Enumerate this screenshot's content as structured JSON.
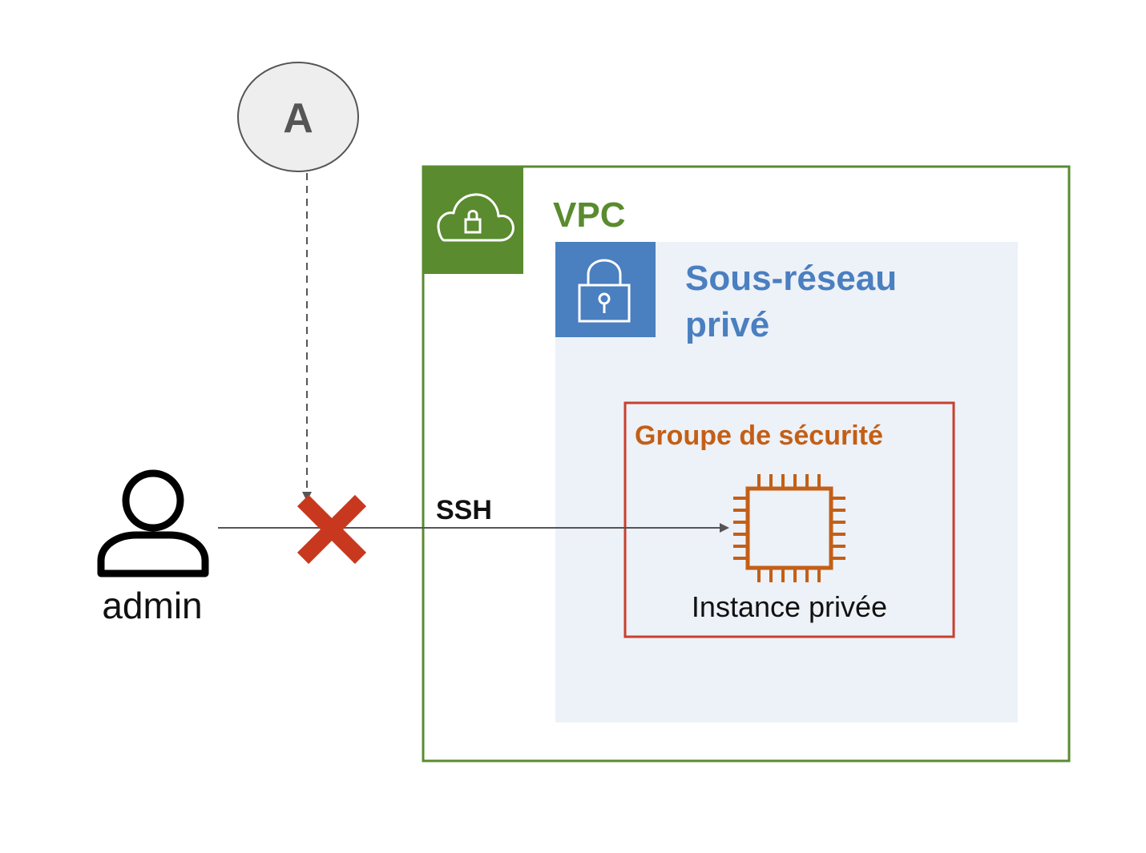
{
  "marker": {
    "letter": "A"
  },
  "vpc": {
    "label": "VPC",
    "color": "#5a8b2f",
    "icon": "cloud-lock-icon"
  },
  "subnet": {
    "label_line1": "Sous-réseau",
    "label_line2": "privé",
    "color": "#4a7fc0",
    "fill": "#edf1f8",
    "icon": "padlock-icon"
  },
  "security_group": {
    "label": "Groupe de sécurité",
    "border_color": "#c8402e",
    "text_color": "#c35f16"
  },
  "instance": {
    "label": "Instance privée",
    "icon": "chip-icon",
    "color": "#c35f16"
  },
  "connection": {
    "protocol": "SSH",
    "status": "blocked",
    "block_color": "#c8381f"
  },
  "user": {
    "label": "admin",
    "icon": "user-icon"
  }
}
